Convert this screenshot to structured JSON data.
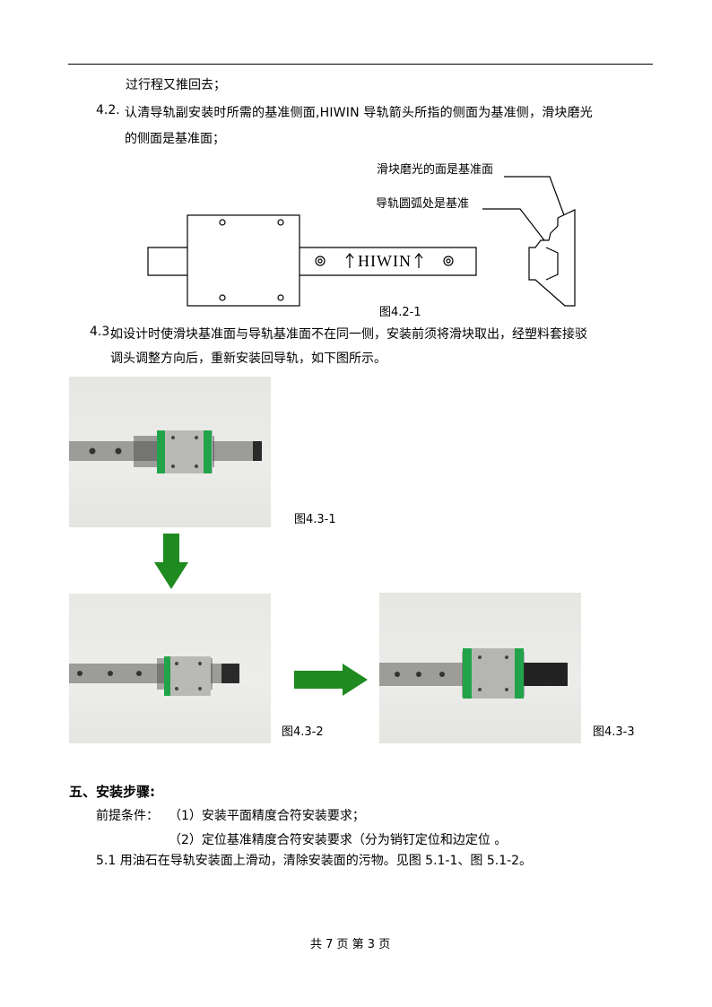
{
  "doc": {
    "line_continue": "过行程又推回去；",
    "p42_num": "4.2.",
    "p42_line1": "认清导轨副安装时所需的基准侧面,HIWIN 导轨箭头所指的侧面为基准侧，滑块磨光",
    "p42_line2": "的侧面是基准面；",
    "label_slider_face": "滑块磨光的面是基准面",
    "label_rail_arc": "导轨圆弧处是基准",
    "rail_mark": "HIWIN",
    "fig421": "图4.2-1",
    "p43_num": "4.3.",
    "p43_line1": "如设计时使滑块基准面与导轨基准面不在同一侧，安装前须将滑块取出，经塑料套接驳",
    "p43_line2": "调头调整方向后，重新安装回导轨，如下图所示。",
    "fig431": "图4.3-1",
    "fig432": "图4.3-2",
    "fig433": "图4.3-3",
    "section5": "五、安装步骤:",
    "pre_label": "前提条件：",
    "pre1": "（1）安装平面精度合符安装要求；",
    "pre2": "（2）定位基准精度合符安装要求（分为销钉定位和边定位 。",
    "p51": "5.1  用油石在导轨安装面上滑动，清除安装面的污物。见图 5.1-1、图 5.1-2。",
    "footer": "共 7 页   第 3 页"
  },
  "colors": {
    "arrow_green": "#1f8a1f",
    "block_green": "#22a34a",
    "rail_grey": "#9a9a96"
  }
}
